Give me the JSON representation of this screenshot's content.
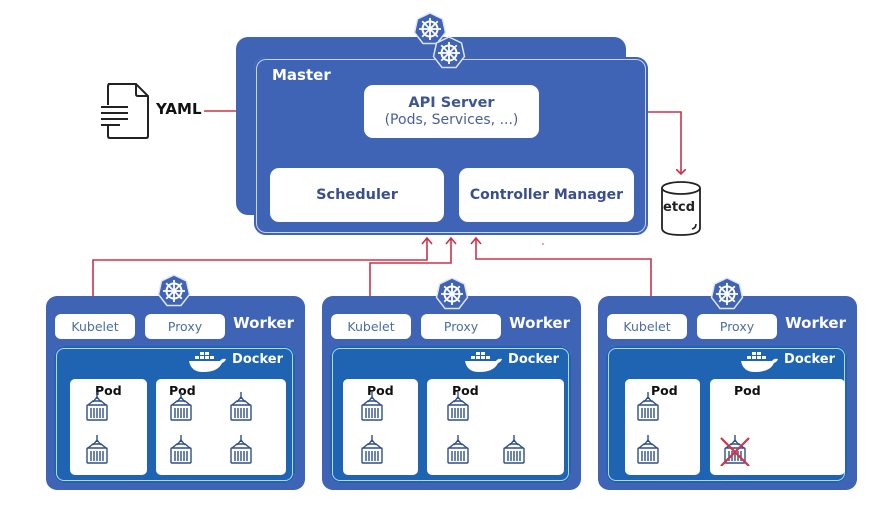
{
  "diagram": {
    "title": "Kubernetes cluster architecture",
    "colors": {
      "node_blue": "#3f63b5",
      "docker_blue": "#1e64b3",
      "arrow_red": "#c8334b",
      "card_text": "#3a4f8a"
    }
  },
  "input": {
    "label": "YAML",
    "icon": "document-icon"
  },
  "master": {
    "label": "Master",
    "icon": "kubernetes-wheel-icon",
    "api_server": {
      "title": "API Server",
      "subtitle": "(Pods, Services, ...)"
    },
    "scheduler": {
      "label": "Scheduler"
    },
    "controller_manager": {
      "label": "Controller Manager"
    }
  },
  "store": {
    "label": "etcd",
    "icon": "database-icon"
  },
  "workers": [
    {
      "label": "Worker",
      "kubelet": "Kubelet",
      "proxy": "Proxy",
      "runtime": "Docker",
      "pods": [
        {
          "label": "Pod",
          "containers": 2,
          "failed": 0
        },
        {
          "label": "Pod",
          "containers": 4,
          "failed": 0
        }
      ]
    },
    {
      "label": "Worker",
      "kubelet": "Kubelet",
      "proxy": "Proxy",
      "runtime": "Docker",
      "pods": [
        {
          "label": "Pod",
          "containers": 2,
          "failed": 0
        },
        {
          "label": "Pod",
          "containers": 3,
          "failed": 0
        }
      ]
    },
    {
      "label": "Worker",
      "kubelet": "Kubelet",
      "proxy": "Proxy",
      "runtime": "Docker",
      "pods": [
        {
          "label": "Pod",
          "containers": 2,
          "failed": 0
        },
        {
          "label": "Pod",
          "containers": 1,
          "failed": 1
        }
      ]
    }
  ]
}
